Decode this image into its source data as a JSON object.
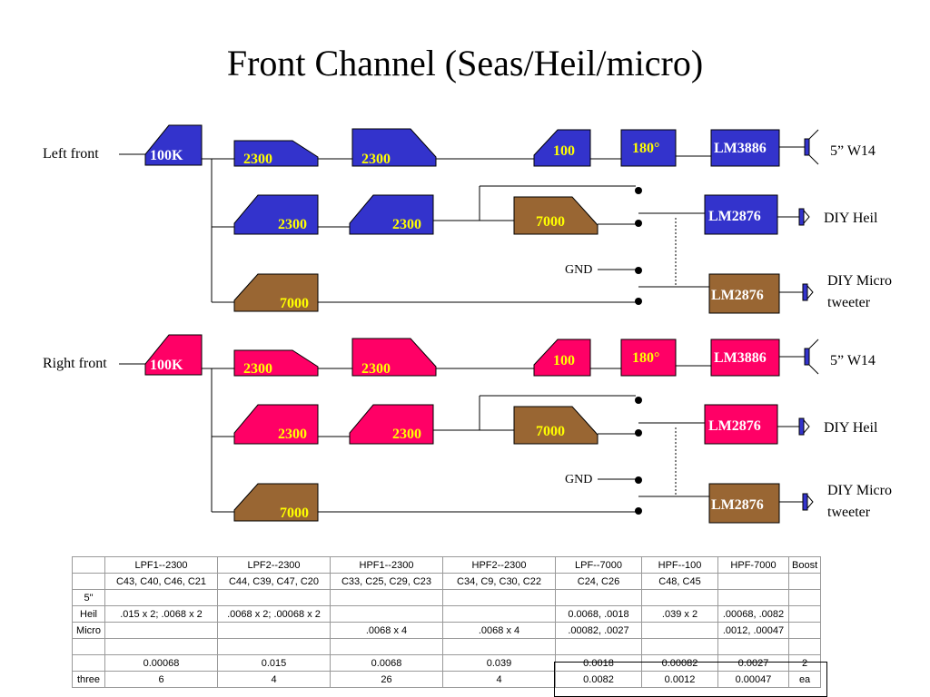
{
  "title": "Front Channel (Seas/Heil/micro)",
  "colors": {
    "left_block": "#3333cc",
    "right_block": "#ff0066",
    "brown_block": "#996633",
    "yellow_text": "#ffff00",
    "white_text": "#ffffff"
  },
  "left": {
    "input_label": "Left front",
    "vol": "100K",
    "row1": [
      "2300",
      "2300",
      "100",
      "180°",
      "LM3886"
    ],
    "row2": [
      "2300",
      "2300",
      "7000",
      "LM2876"
    ],
    "row3": [
      "7000",
      "LM2876"
    ],
    "gnd": "GND",
    "speakers": {
      "woofer": "5” W14",
      "heil": "DIY Heil",
      "micro_1": "DIY Micro",
      "micro_2": "tweeter"
    }
  },
  "right": {
    "input_label": "Right front",
    "vol": "100K",
    "row1": [
      "2300",
      "2300",
      "100",
      "180°",
      "LM3886"
    ],
    "row2": [
      "2300",
      "2300",
      "7000",
      "LM2876"
    ],
    "row3": [
      "7000",
      "LM2876"
    ],
    "gnd": "GND",
    "speakers": {
      "woofer": "5” W14",
      "heil": "DIY Heil",
      "micro_1": "DIY Micro",
      "micro_2": "tweeter"
    }
  },
  "table": {
    "rows": [
      [
        "",
        "LPF1--2300",
        "LPF2--2300",
        "HPF1--2300",
        "HPF2--2300",
        "LPF--7000",
        "HPF--100",
        "HPF-7000",
        "Boost"
      ],
      [
        "",
        "C43, C40, C46, C21",
        "C44, C39, C47, C20",
        "C33, C25, C29, C23",
        "C34, C9, C30, C22",
        "C24, C26",
        "C48, C45",
        "",
        ""
      ],
      [
        "5\"",
        "",
        "",
        "",
        "",
        "",
        "",
        "",
        ""
      ],
      [
        "Heil",
        ".015 x 2;  .0068 x 2",
        ".0068 x 2; .00068 x 2",
        "",
        "",
        "0.0068, .0018",
        ".039 x 2",
        ".00068, .0082",
        ""
      ],
      [
        "Micro",
        "",
        "",
        ".0068 x 4",
        ".0068 x 4",
        ".00082, .0027",
        "",
        ".0012, .00047",
        ""
      ],
      [
        "",
        "",
        "",
        "",
        "",
        "",
        "",
        "",
        ""
      ],
      [
        "",
        "0.00068",
        "0.015",
        "0.0068",
        "0.039",
        "0.0018",
        "0.00082",
        "0.0027",
        "2"
      ],
      [
        "three",
        "6",
        "4",
        "26",
        "4",
        "0.0082",
        "0.0012",
        "0.00047",
        "ea"
      ]
    ]
  }
}
